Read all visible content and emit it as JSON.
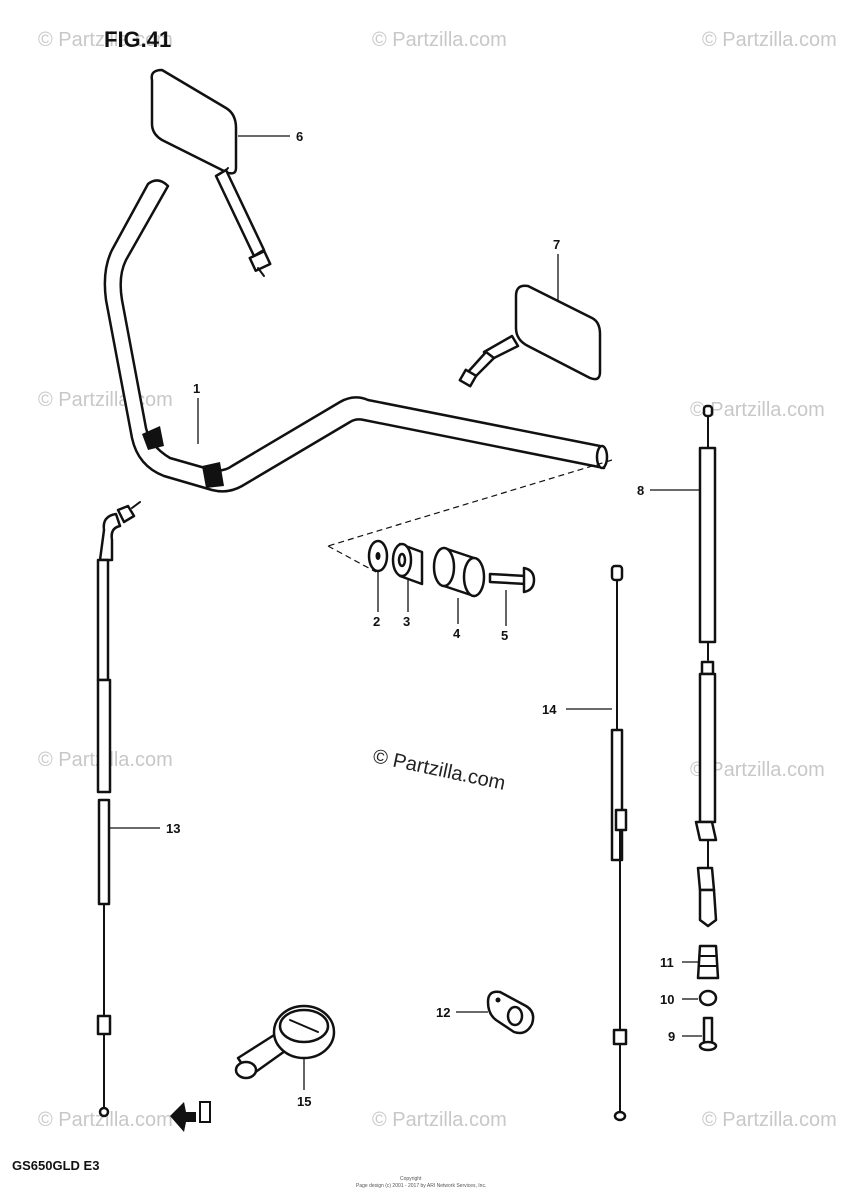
{
  "figure_title": "FIG.41",
  "model_code": "GS650GLD E3",
  "watermark_text": "© Partzilla.com",
  "center_watermark": "© Partzilla.com",
  "copyright_lines": [
    "Copyright",
    "Page design (c) 2001 - 2017 by ARI Network Services, Inc."
  ],
  "callouts": [
    "1",
    "2",
    "3",
    "4",
    "5",
    "6",
    "7",
    "8",
    "9",
    "10",
    "11",
    "12",
    "13",
    "14",
    "15"
  ]
}
